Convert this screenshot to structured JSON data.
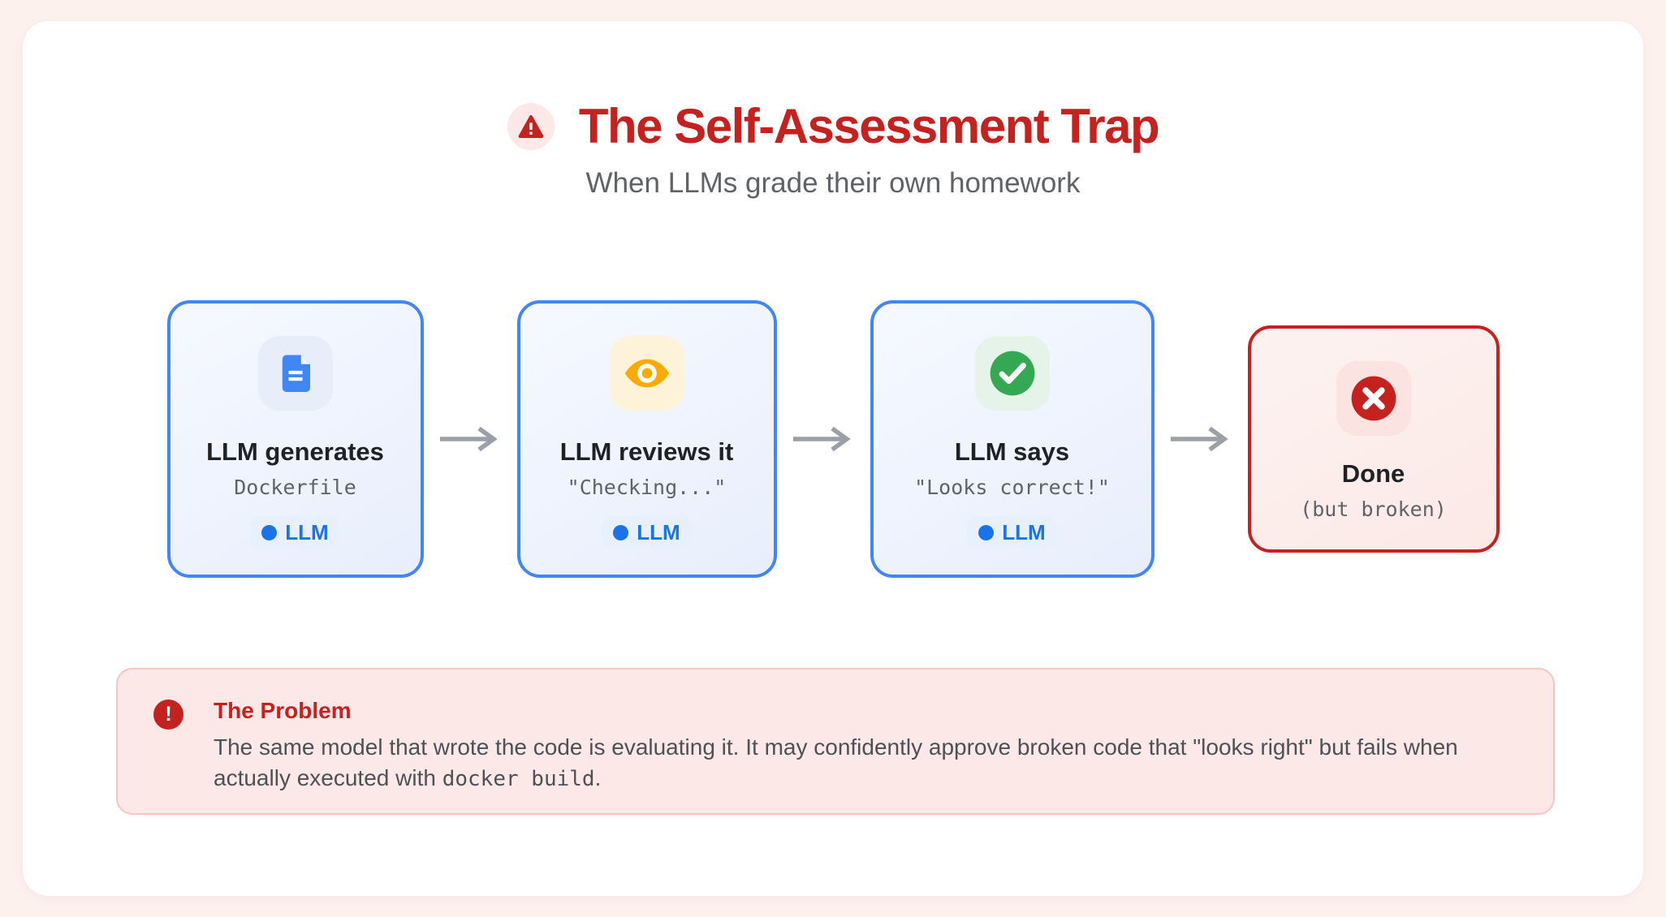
{
  "header": {
    "title": "The Self-Assessment Trap",
    "subtitle": "When LLMs grade their own homework",
    "icon": "warning-triangle-icon"
  },
  "flow": {
    "cards": [
      {
        "title": "LLM generates",
        "subtitle": "Dockerfile",
        "badge": "LLM",
        "icon": "document-icon",
        "state": "normal"
      },
      {
        "title": "LLM reviews it",
        "subtitle": "\"Checking...\"",
        "badge": "LLM",
        "icon": "eye-icon",
        "state": "normal"
      },
      {
        "title": "LLM says",
        "subtitle": "\"Looks correct!\"",
        "badge": "LLM",
        "icon": "check-circle-icon",
        "state": "normal"
      },
      {
        "title": "Done",
        "subtitle": "(but broken)",
        "icon": "x-circle-icon",
        "state": "error"
      }
    ],
    "arrow_icon": "right-arrow-icon"
  },
  "problem": {
    "icon_glyph": "!",
    "title": "The Problem",
    "body_1": "The same model that wrote the code is evaluating it. It may confidently approve broken code that \"looks right\" but fails when actually executed with ",
    "code": "docker build",
    "body_2": "."
  },
  "colors": {
    "page_background": "#fdf1ee",
    "panel_background": "#ffffff",
    "title_red": "#c5221f",
    "subtitle_gray": "#5f6368",
    "card_border_blue": "#4285f4",
    "card_border_red": "#c5221f",
    "card_title_dark": "#202124",
    "badge_blue": "#1a73e8",
    "badge_background": "#e8f0fe",
    "doc_icon_blue": "#4285f4",
    "eye_icon_amber": "#f9ab00",
    "check_icon_green": "#34a853",
    "x_icon_red": "#c5221f",
    "arrow_gray": "#9aa0a6",
    "problem_background": "#fce8e6",
    "problem_body_gray": "#4d5156"
  }
}
